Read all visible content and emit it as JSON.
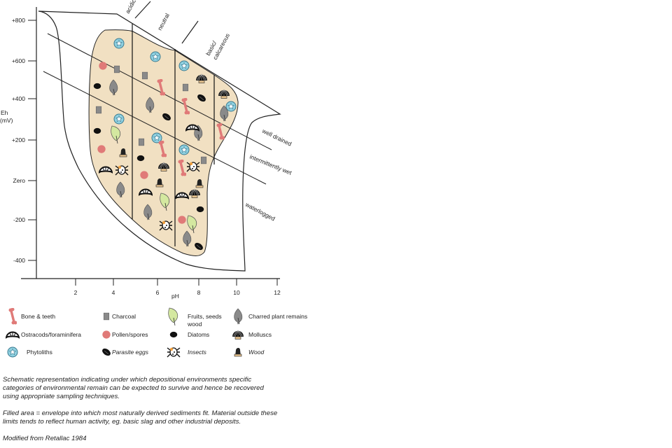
{
  "axes": {
    "y_label": [
      "Eh",
      "(mV)"
    ],
    "y_ticks": [
      "+800",
      "+600",
      "+400",
      "+200",
      "Zero",
      "-200",
      "-400"
    ],
    "x_label": "pH",
    "x_ticks": [
      "2",
      "4",
      "6",
      "8",
      "10",
      "12"
    ]
  },
  "zones": {
    "acidic": "acidic",
    "neutral": "neutral",
    "basic": [
      "basic/",
      "calcareous"
    ],
    "well_drained": "well drained",
    "intermittently_wet": "intermittently wet",
    "waterlogged": "waterlogged"
  },
  "legend": [
    {
      "icon": "bone",
      "label": "Bone & teeth"
    },
    {
      "icon": "charcoal",
      "label": "Charcoal"
    },
    {
      "icon": "fruit",
      "label": "Fruits, seeds",
      "label2": "wood"
    },
    {
      "icon": "charred",
      "label": "Charred plant remains"
    },
    {
      "icon": "ostracod",
      "label": "Ostracods/foraminifera"
    },
    {
      "icon": "pollen",
      "label": "Pollen/spores"
    },
    {
      "icon": "diatom",
      "label": "Diatoms"
    },
    {
      "icon": "mollusc",
      "label": "Molluscs"
    },
    {
      "icon": "phytolith",
      "label": "Phytoliths"
    },
    {
      "icon": "egg",
      "label": "Parasite eggs"
    },
    {
      "icon": "insect",
      "label": "Insects"
    },
    {
      "icon": "wood",
      "label": "Wood"
    }
  ],
  "caption": {
    "p1": [
      "Schematic representation indicating under which depositional environments specific",
      "categories of environmental remain can be expected to survive and hence be recovered",
      "using appropriate sampling techniques."
    ],
    "p2": [
      "Filled area = envelope into which most naturally derived sediments fit. Material outside these",
      "limits tends to reflect human activity, eg. basic slag and other industrial deposits."
    ],
    "source": "Modified from Retallac    1984"
  },
  "colors": {
    "fill": "#f1e0c2",
    "bone": "#e07a78",
    "phytolith": "#8fd0e0",
    "charcoal": "#8a8a8a",
    "fruit": "#d4e8a0"
  }
}
